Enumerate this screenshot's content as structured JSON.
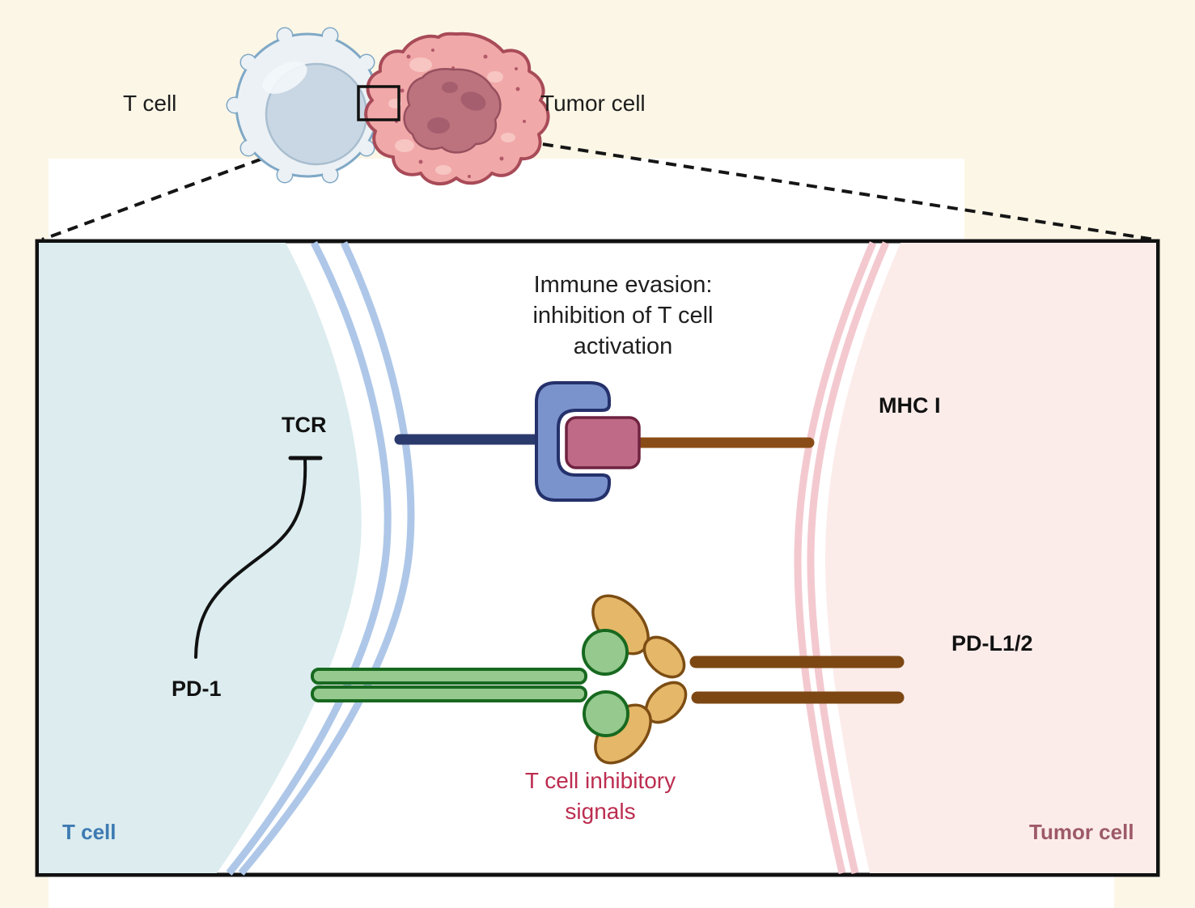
{
  "fig": {
    "top": {
      "t_cell": "T cell",
      "tumor_cell": "Tumor cell"
    },
    "panel": {
      "title1": "Immune evasion:",
      "title2": "inhibition of T cell",
      "title3": "activation",
      "tcr": "TCR",
      "pd1": "PD-1",
      "mhc": "MHC I",
      "pdl": "PD-L1/2",
      "inhib1": "T cell inhibitory",
      "inhib2": "signals",
      "t_cell": "T cell",
      "tumor_cell": "Tumor cell"
    },
    "colors": {
      "background_cream": "#fcf6e6",
      "panel_background": "#ffffff",
      "panel_border": "#111111",
      "t_cell_fill": "#dcecef",
      "t_cell_membrane": "#aec7e8",
      "tumor_fill": "#fbecea",
      "tumor_membrane": "#f3c9cf",
      "tcr_fill": "#7a93cd",
      "tcr_stroke": "#24316b",
      "tcr_stalk": "#2b3a6d",
      "mhc_fill": "#bf6a86",
      "mhc_stroke": "#6f2340",
      "mhc_stalk": "#8a4c16",
      "pd1_fill": "#95c98e",
      "pd1_stroke": "#17691f",
      "ligand_fill": "#e5b769",
      "ligand_stroke": "#7c4d13",
      "ligand_stalk": "#7d4713",
      "inhibitory_text": "#bc2d50",
      "t_cell_label": "#3d7ab2",
      "tumor_cell_label": "#9d5a66",
      "cell_body_blue": "#ecf1f5",
      "cell_outline_blue": "#7fa8c6",
      "nucleus_blue": "#c9d7e4",
      "tumor_body_pink": "#f1a8a8",
      "tumor_outline": "#a84b58",
      "tumor_nucleus": "#bd737e"
    }
  }
}
